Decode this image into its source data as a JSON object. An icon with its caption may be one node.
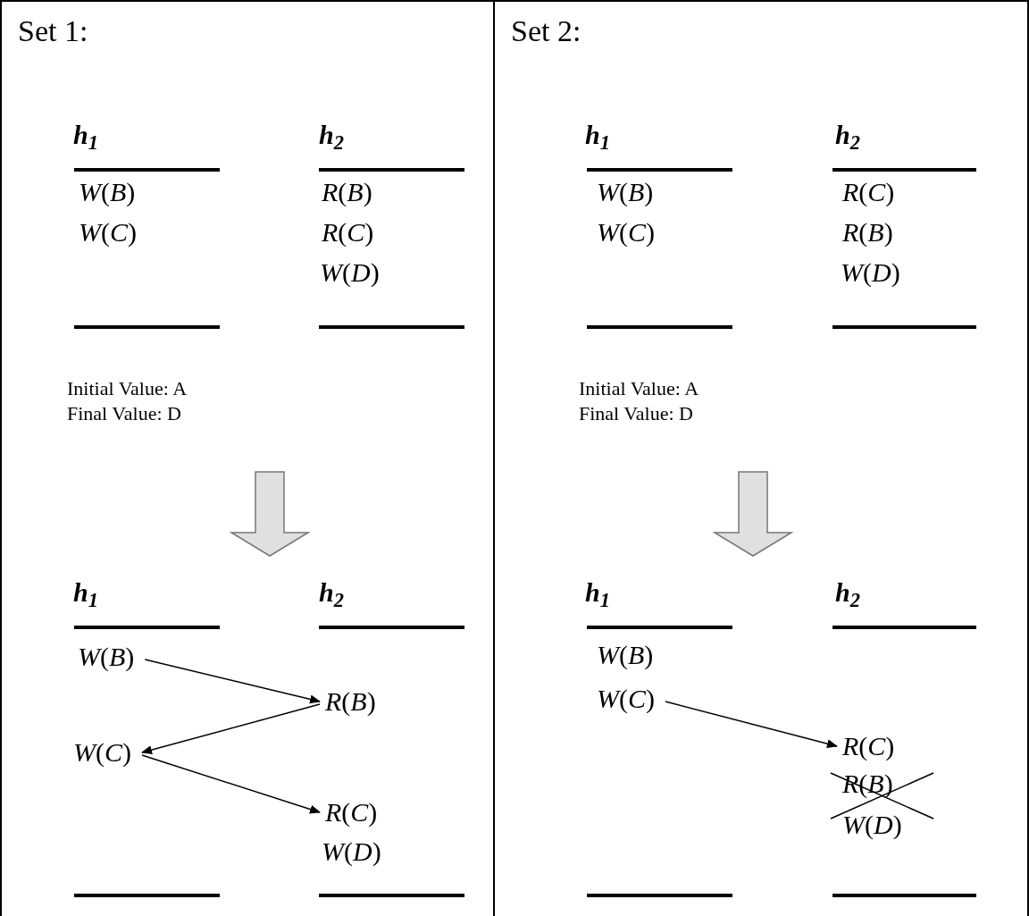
{
  "diagram": {
    "nodes": [
      {
        "text": [
          "Set 1:"
        ]
      },
      {
        "text": [
          "Set 2:"
        ]
      },
      {
        "text": [
          "*W*(*B*)"
        ],
        "in": 0
      },
      {
        "text": [
          "*R*(*B*)"
        ],
        "in": 0
      },
      {
        "text": [
          "*W*(*C*)"
        ],
        "in": 0
      },
      {
        "text": [
          "*R*(*C*)"
        ],
        "in": 0
      },
      {
        "text": [
          "*W*(*C*)"
        ],
        "in": 1
      },
      {
        "text": [
          "*R*(*C*)"
        ],
        "in": 1
      }
    ],
    "edges": [
      {
        "from": 2,
        "to": 3,
        "arrow": "to"
      },
      {
        "from": 3,
        "to": 4,
        "arrow": "to"
      },
      {
        "from": 4,
        "to": 5,
        "arrow": "to"
      },
      {
        "from": 6,
        "to": 7,
        "arrow": "to"
      }
    ],
    "labels": [
      "h$_{1}$",
      "h$_{2}$",
      "*W*(*B*)",
      "*R*(*B*)",
      "*W*(*C*)",
      "*R*(*C*)",
      "*W*(*D*)",
      "Initial Value: A",
      "Final Value: D",
      "h$_{1}$",
      "h$_{2}$",
      "*W*(*D*)",
      "h$_{1}$",
      "h$_{2}$",
      "*W*(*B*)",
      "*R*(*C*)",
      "*W*(*C*)",
      "*R*(*B*)",
      "*W*(*D*)",
      "Initial Value: A",
      "Final Value: D",
      "h$_{1}$",
      "h$_{2}$",
      "*W*(*B*)",
      "*R*(*B*)",
      "*W*(*D*)"
    ]
  }
}
